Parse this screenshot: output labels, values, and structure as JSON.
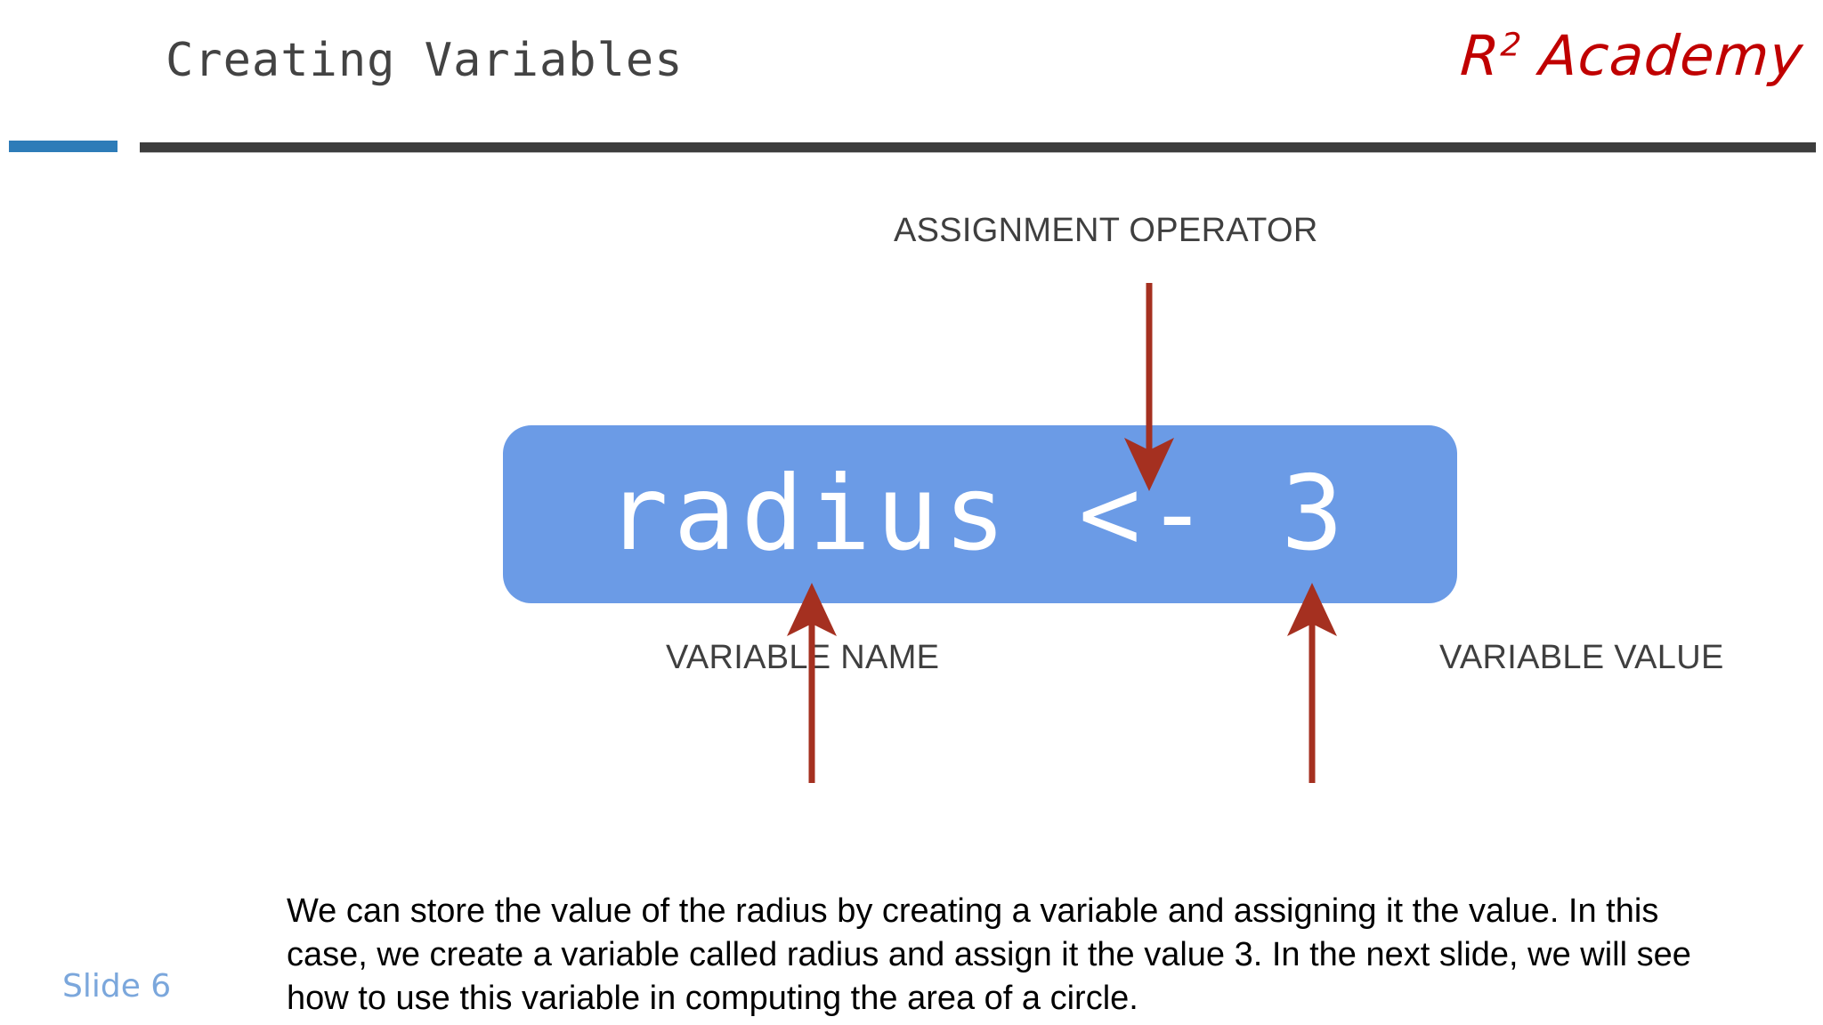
{
  "slide": {
    "title": "Creating Variables",
    "number_label": "Slide 6"
  },
  "brand": {
    "name": "R",
    "superscript": "2",
    "suffix": " Academy",
    "color": "#C00000"
  },
  "header": {
    "accent_bar_color": "#2E7CB8",
    "main_rule_color": "#3D3D3D"
  },
  "code_block": {
    "statement": "radius <- 3",
    "variable_name": "radius",
    "operator": "<-",
    "value": "3",
    "background_color": "#6B9BE6",
    "text_color": "#FFFFFF"
  },
  "callouts": {
    "assignment_operator": "ASSIGNMENT OPERATOR",
    "variable_name": "VARIABLE NAME",
    "variable_value": "VARIABLE VALUE",
    "arrow_color": "#A53020",
    "label_color": "#3F3F3F"
  },
  "body": {
    "paragraph": "We can store the value of the radius by creating a variable and assigning it the value. In this case, we create a variable called radius and assign it the value 3. In the next slide, we will see how to use this variable in computing the area of a circle."
  }
}
